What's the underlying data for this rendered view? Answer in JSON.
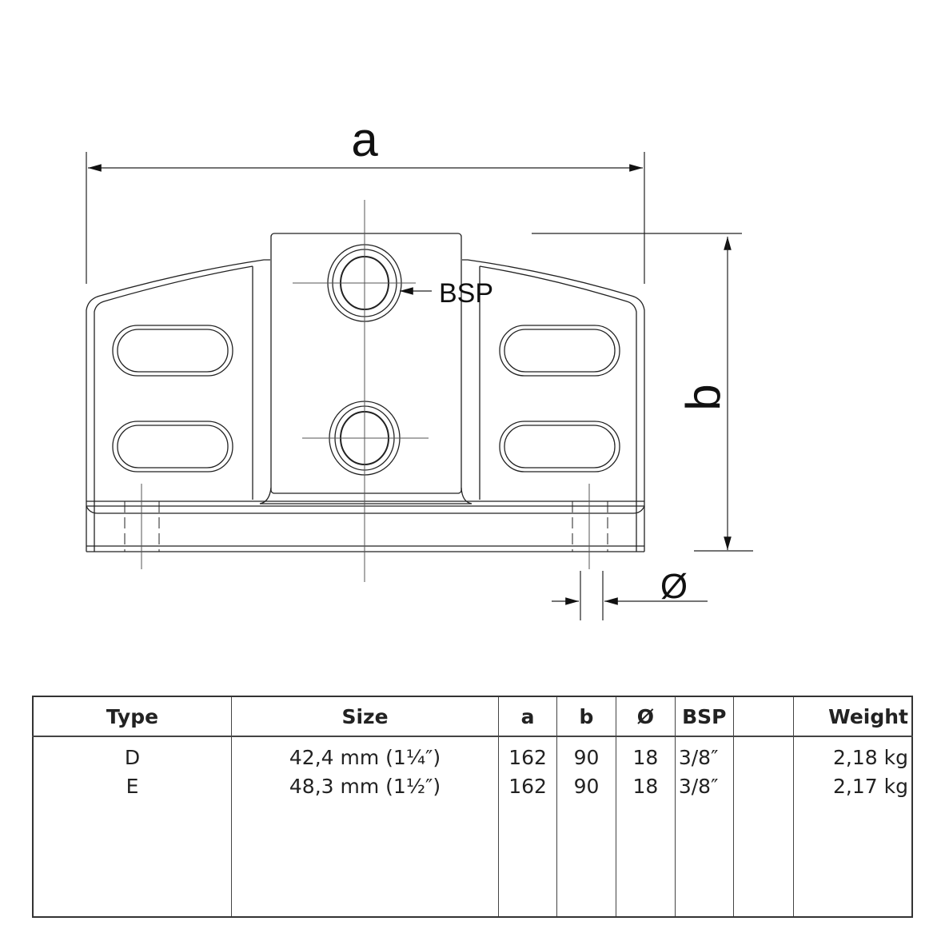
{
  "drawing": {
    "dimension_labels": {
      "a": "a",
      "b": "b",
      "diameter": "Ø",
      "thread": "BSP"
    }
  },
  "table": {
    "headers": [
      "Type",
      "Size",
      "a",
      "b",
      "Ø",
      "BSP",
      "",
      "Weight"
    ],
    "rows": [
      {
        "type": "D",
        "size": "42,4 mm (1¼″)",
        "a": "162",
        "b": "90",
        "diameter": "18",
        "bsp": "3/8″",
        "blank": "",
        "weight": "2,18 kg"
      },
      {
        "type": "E",
        "size": "48,3 mm (1½″)",
        "a": "162",
        "b": "90",
        "diameter": "18",
        "bsp": "3/8″",
        "blank": "",
        "weight": "2,17 kg"
      }
    ]
  }
}
